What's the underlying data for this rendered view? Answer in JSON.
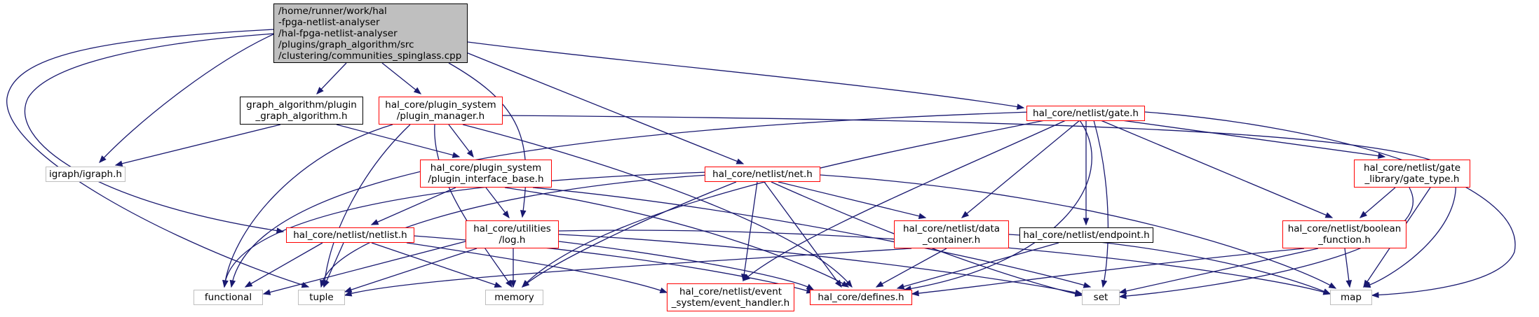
{
  "colors": {
    "edge": "#191970",
    "root_fill": "#bfbfbf",
    "red_border": "#ff0000",
    "gray_border": "#bfbfbf",
    "black_border": "#000000"
  },
  "nodes": {
    "root": {
      "lines": [
        "/home/runner/work/hal",
        "-fpga-netlist-analyser",
        "/hal-fpga-netlist-analyser",
        "/plugins/graph_algorithm/src",
        "/clustering/communities_spinglass.cpp"
      ]
    },
    "plugin_graph_algorithm_h": {
      "lines": [
        "graph_algorithm/plugin",
        "_graph_algorithm.h"
      ]
    },
    "plugin_manager_h": {
      "lines": [
        "hal_core/plugin_system",
        "/plugin_manager.h"
      ]
    },
    "gate_h": {
      "lines": [
        "hal_core/netlist/gate.h"
      ]
    },
    "igraph_h": {
      "lines": [
        "igraph/igraph.h"
      ]
    },
    "plugin_interface_base_h": {
      "lines": [
        "hal_core/plugin_system",
        "/plugin_interface_base.h"
      ]
    },
    "net_h": {
      "lines": [
        "hal_core/netlist/net.h"
      ]
    },
    "gate_type_h": {
      "lines": [
        "hal_core/netlist/gate",
        "_library/gate_type.h"
      ]
    },
    "netlist_h": {
      "lines": [
        "hal_core/netlist/netlist.h"
      ]
    },
    "log_h": {
      "lines": [
        "hal_core/utilities",
        "/log.h"
      ]
    },
    "data_container_h": {
      "lines": [
        "hal_core/netlist/data",
        "_container.h"
      ]
    },
    "endpoint_h": {
      "lines": [
        "hal_core/netlist/endpoint.h"
      ]
    },
    "boolean_function_h": {
      "lines": [
        "hal_core/netlist/boolean",
        "_function.h"
      ]
    },
    "functional": {
      "lines": [
        "functional"
      ]
    },
    "tuple": {
      "lines": [
        "tuple"
      ]
    },
    "memory": {
      "lines": [
        "memory"
      ]
    },
    "event_handler_h": {
      "lines": [
        "hal_core/netlist/event",
        "_system/event_handler.h"
      ]
    },
    "defines_h": {
      "lines": [
        "hal_core/defines.h"
      ]
    },
    "set": {
      "lines": [
        "set"
      ]
    },
    "map": {
      "lines": [
        "map"
      ]
    }
  }
}
